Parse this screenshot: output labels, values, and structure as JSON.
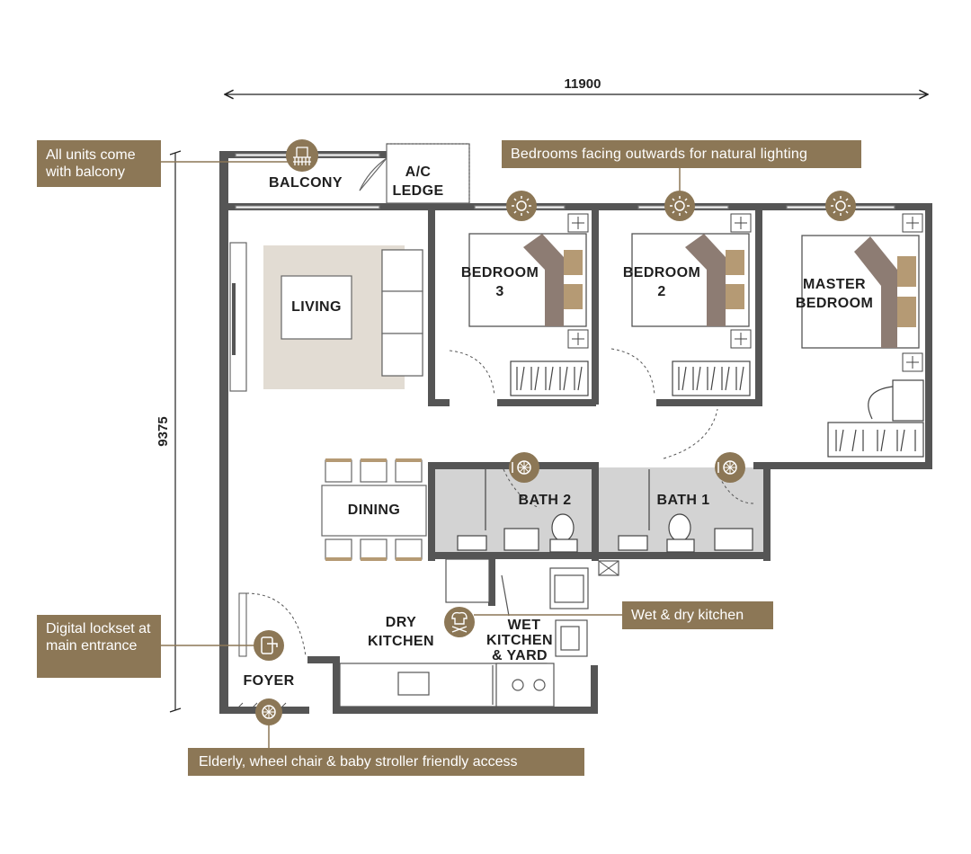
{
  "dimensions": {
    "width": "11900",
    "height": "9375"
  },
  "rooms": {
    "balcony": "BALCONY",
    "ac_ledge_1": "A/C",
    "ac_ledge_2": "LEDGE",
    "living": "LIVING",
    "bedroom3_1": "BEDROOM",
    "bedroom3_2": "3",
    "bedroom2_1": "BEDROOM",
    "bedroom2_2": "2",
    "master_1": "MASTER",
    "master_2": "BEDROOM",
    "dining": "DINING",
    "bath2": "BATH 2",
    "bath1": "BATH 1",
    "dry_kitchen_1": "DRY",
    "dry_kitchen_2": "KITCHEN",
    "wet_1": "WET",
    "wet_2": "KITCHEN",
    "wet_3": "& YARD",
    "foyer": "FOYER"
  },
  "callouts": {
    "balcony": "All units come with balcony",
    "lighting": "Bedrooms facing outwards for natural lighting",
    "lockset": "Digital lockset at main entrance",
    "kitchen": "Wet & dry kitchen",
    "access": "Elderly, wheel chair & baby stroller friendly access"
  },
  "icons": {
    "balcony": "balcony-icon",
    "sun": "sun-icon",
    "ventilation": "ventilation-icon",
    "lock": "digital-lock-icon",
    "chef": "chef-icon",
    "wheelchair": "wheelchair-icon"
  },
  "colors": {
    "accent": "#8c7756",
    "wall": "#555555",
    "rug": "#e2dcd3",
    "bath_floor": "#d3d3d3",
    "furniture": "#b59a74"
  }
}
